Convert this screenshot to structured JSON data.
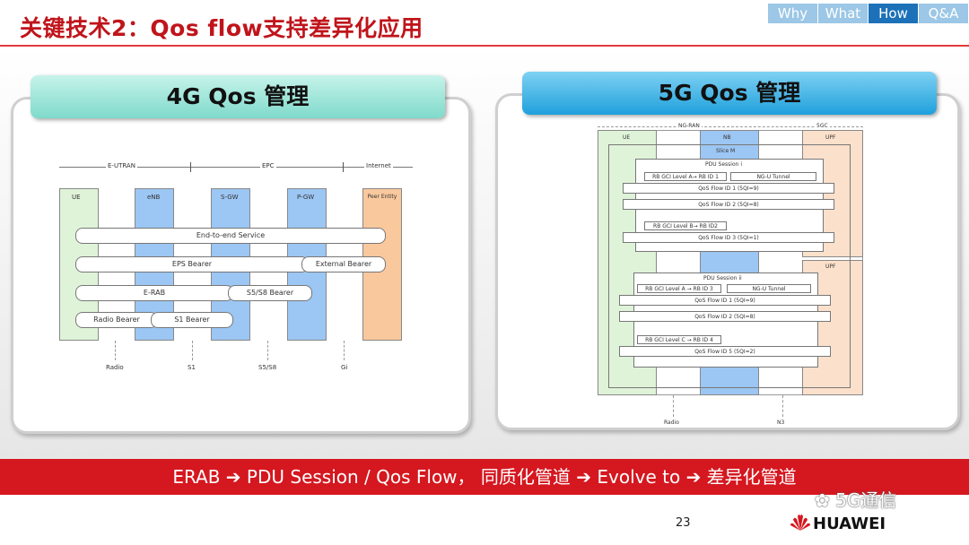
{
  "header": {
    "title": "关键技术2：Qos flow支持差异化应用"
  },
  "nav": {
    "tabs": [
      "Why",
      "What",
      "How",
      "Q&A"
    ],
    "active": "How"
  },
  "left_panel": {
    "title": "4G Qos 管理",
    "domains": [
      "E-UTRAN",
      "EPC",
      "Internet"
    ],
    "nodes": [
      "UE",
      "eNB",
      "S-GW",
      "P-GW",
      "Peer Entity"
    ],
    "bearers": {
      "end_to_end": "End-to-end Service",
      "eps": "EPS Bearer",
      "external": "External Bearer",
      "erab": "E-RAB",
      "s5s8": "S5/S8 Bearer",
      "radio": "Radio Bearer",
      "s1": "S1 Bearer"
    },
    "interfaces": [
      "Radio",
      "S1",
      "S5/S8",
      "Gi"
    ]
  },
  "right_panel": {
    "title": "5G Qos 管理",
    "domains": [
      "NG-RAN",
      "5GC"
    ],
    "nodes": {
      "ue": "UE",
      "nb": "NB",
      "upf1": "UPF",
      "upf2": "UPF"
    },
    "slice": "Slice M",
    "session1": {
      "label": "PDU Session i",
      "rb1": "RB GCI Level A→ RB ID 1",
      "tunnel": "NG-U Tunnel",
      "flows": [
        "QoS Flow ID 1 (5QI=9)",
        "QoS Flow ID 2 (5QI=8)"
      ],
      "rb2": "RB GCI Level B→ RB ID2",
      "flow3": "QoS Flow ID 3 (5QI=1)"
    },
    "session2": {
      "label": "PDU Session ii",
      "rb3": "RB GCI Level A → RB ID 3",
      "tunnel": "NG-U Tunnel",
      "flows": [
        "QoS Flow ID 1 (5QI=9)",
        "QoS Flow ID 2 (5QI=8)"
      ],
      "rb4": "RB GCI Level C → RB ID 4",
      "flow5": "QoS Flow ID 5 (5QI=2)"
    },
    "interfaces": [
      "Radio",
      "N3"
    ]
  },
  "banner": {
    "text": "ERAB   ➔ PDU Session / Qos Flow， 同质化管道 ➔ Evolve to ➔ 差异化管道"
  },
  "footer": {
    "page": "23",
    "brand": "HUAWEI",
    "watermark": "5G通信"
  },
  "colors": {
    "accent_red": "#d5171f",
    "nav_active": "#1d71b8",
    "nav_inactive": "#9cc7e6",
    "ue_green": "#dff3d8",
    "bs_blue": "#9cc6f3",
    "peer_orange": "#f9c89d"
  }
}
